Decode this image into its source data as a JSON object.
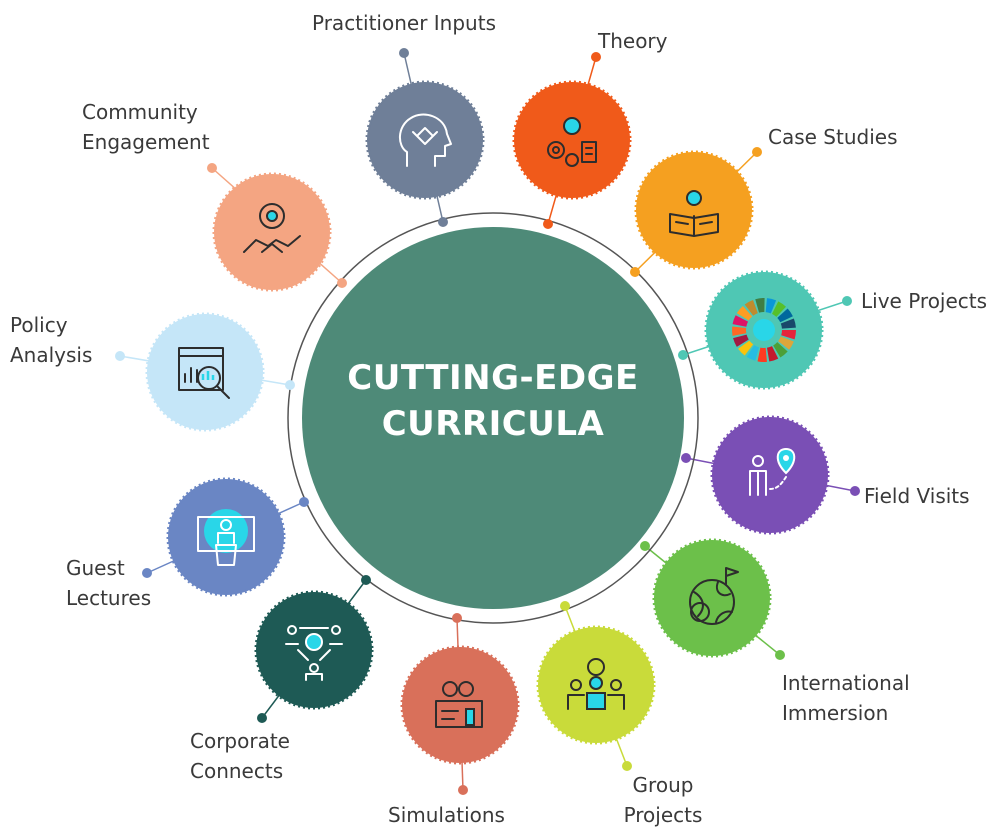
{
  "center": {
    "title_line1": "CUTTING-EDGE",
    "title_line2": "CURRICULA"
  },
  "colors": {
    "center_fill": "#4e8a78",
    "ring_stroke": "#555555",
    "label_text": "#3a3a3a"
  },
  "nodes": [
    {
      "id": "practitioner-inputs",
      "lines": [
        "Practitioner Inputs"
      ],
      "color": "#6f7f98",
      "icon": "head-handshake-icon"
    },
    {
      "id": "theory",
      "lines": [
        "Theory"
      ],
      "color": "#f05a1a",
      "icon": "lightbulb-gears-icon"
    },
    {
      "id": "case-studies",
      "lines": [
        "Case Studies"
      ],
      "color": "#f5a020",
      "icon": "open-book-lightbulb-icon"
    },
    {
      "id": "live-projects",
      "lines": [
        "Live Projects"
      ],
      "color": "#4fc7b4",
      "icon": "sdg-wheel-icon"
    },
    {
      "id": "field-visits",
      "lines": [
        "Field Visits"
      ],
      "color": "#7a4fb5",
      "icon": "person-location-pin-icon"
    },
    {
      "id": "international-immersion",
      "lines": [
        "International",
        "Immersion"
      ],
      "color": "#6cc04a",
      "icon": "globe-flag-icon"
    },
    {
      "id": "group-projects",
      "lines": [
        "Group",
        "Projects"
      ],
      "color": "#c9db3a",
      "icon": "team-gear-icon"
    },
    {
      "id": "simulations",
      "lines": [
        "Simulations"
      ],
      "color": "#d9705a",
      "icon": "gears-document-icon"
    },
    {
      "id": "corporate-connects",
      "lines": [
        "Corporate",
        "Connects"
      ],
      "color": "#1e5a55",
      "icon": "people-lightbulb-icon"
    },
    {
      "id": "guest-lectures",
      "lines": [
        "Guest",
        "Lectures"
      ],
      "color": "#6a86c4",
      "icon": "lecturer-podium-icon"
    },
    {
      "id": "policy-analysis",
      "lines": [
        "Policy",
        "Analysis"
      ],
      "color": "#c5e6f8",
      "icon": "chart-magnifier-icon"
    },
    {
      "id": "community-engagement",
      "lines": [
        "Community",
        "Engagement"
      ],
      "color": "#f4a582",
      "icon": "handshake-people-gear-icon"
    }
  ]
}
